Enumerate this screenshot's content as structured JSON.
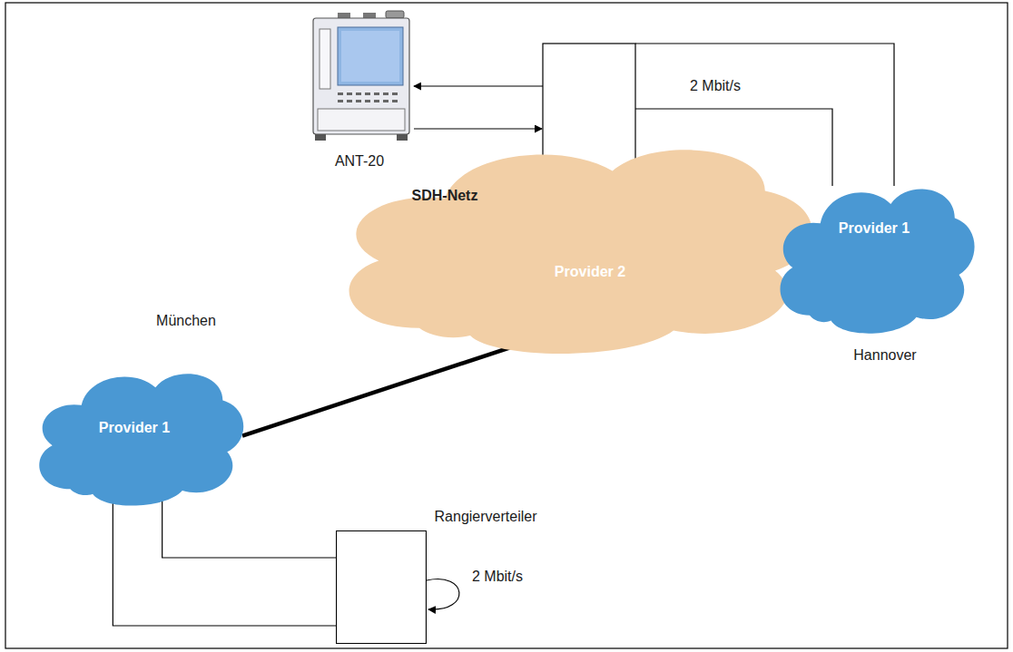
{
  "diagram": {
    "nodes": [
      {
        "text": [
          "SDH-Netz",
          "Provider 2"
        ]
      },
      {
        "text": [
          "Provider 1",
          "Hannover"
        ]
      },
      {
        "text": [
          "München",
          "Provider 1"
        ]
      },
      {
        "text": [
          "Rangierverteiler"
        ]
      }
    ],
    "edges": [
      {
        "from": 2,
        "to": 1,
        "arrow": "none"
      },
      {
        "from": 2,
        "to": 3,
        "arrow": "none"
      },
      {
        "from": 2,
        "to": 3,
        "arrow": "none"
      }
    ],
    "labels": [
      "ANT-20",
      "2 Mbit/s",
      "2 Mbit/s"
    ]
  }
}
